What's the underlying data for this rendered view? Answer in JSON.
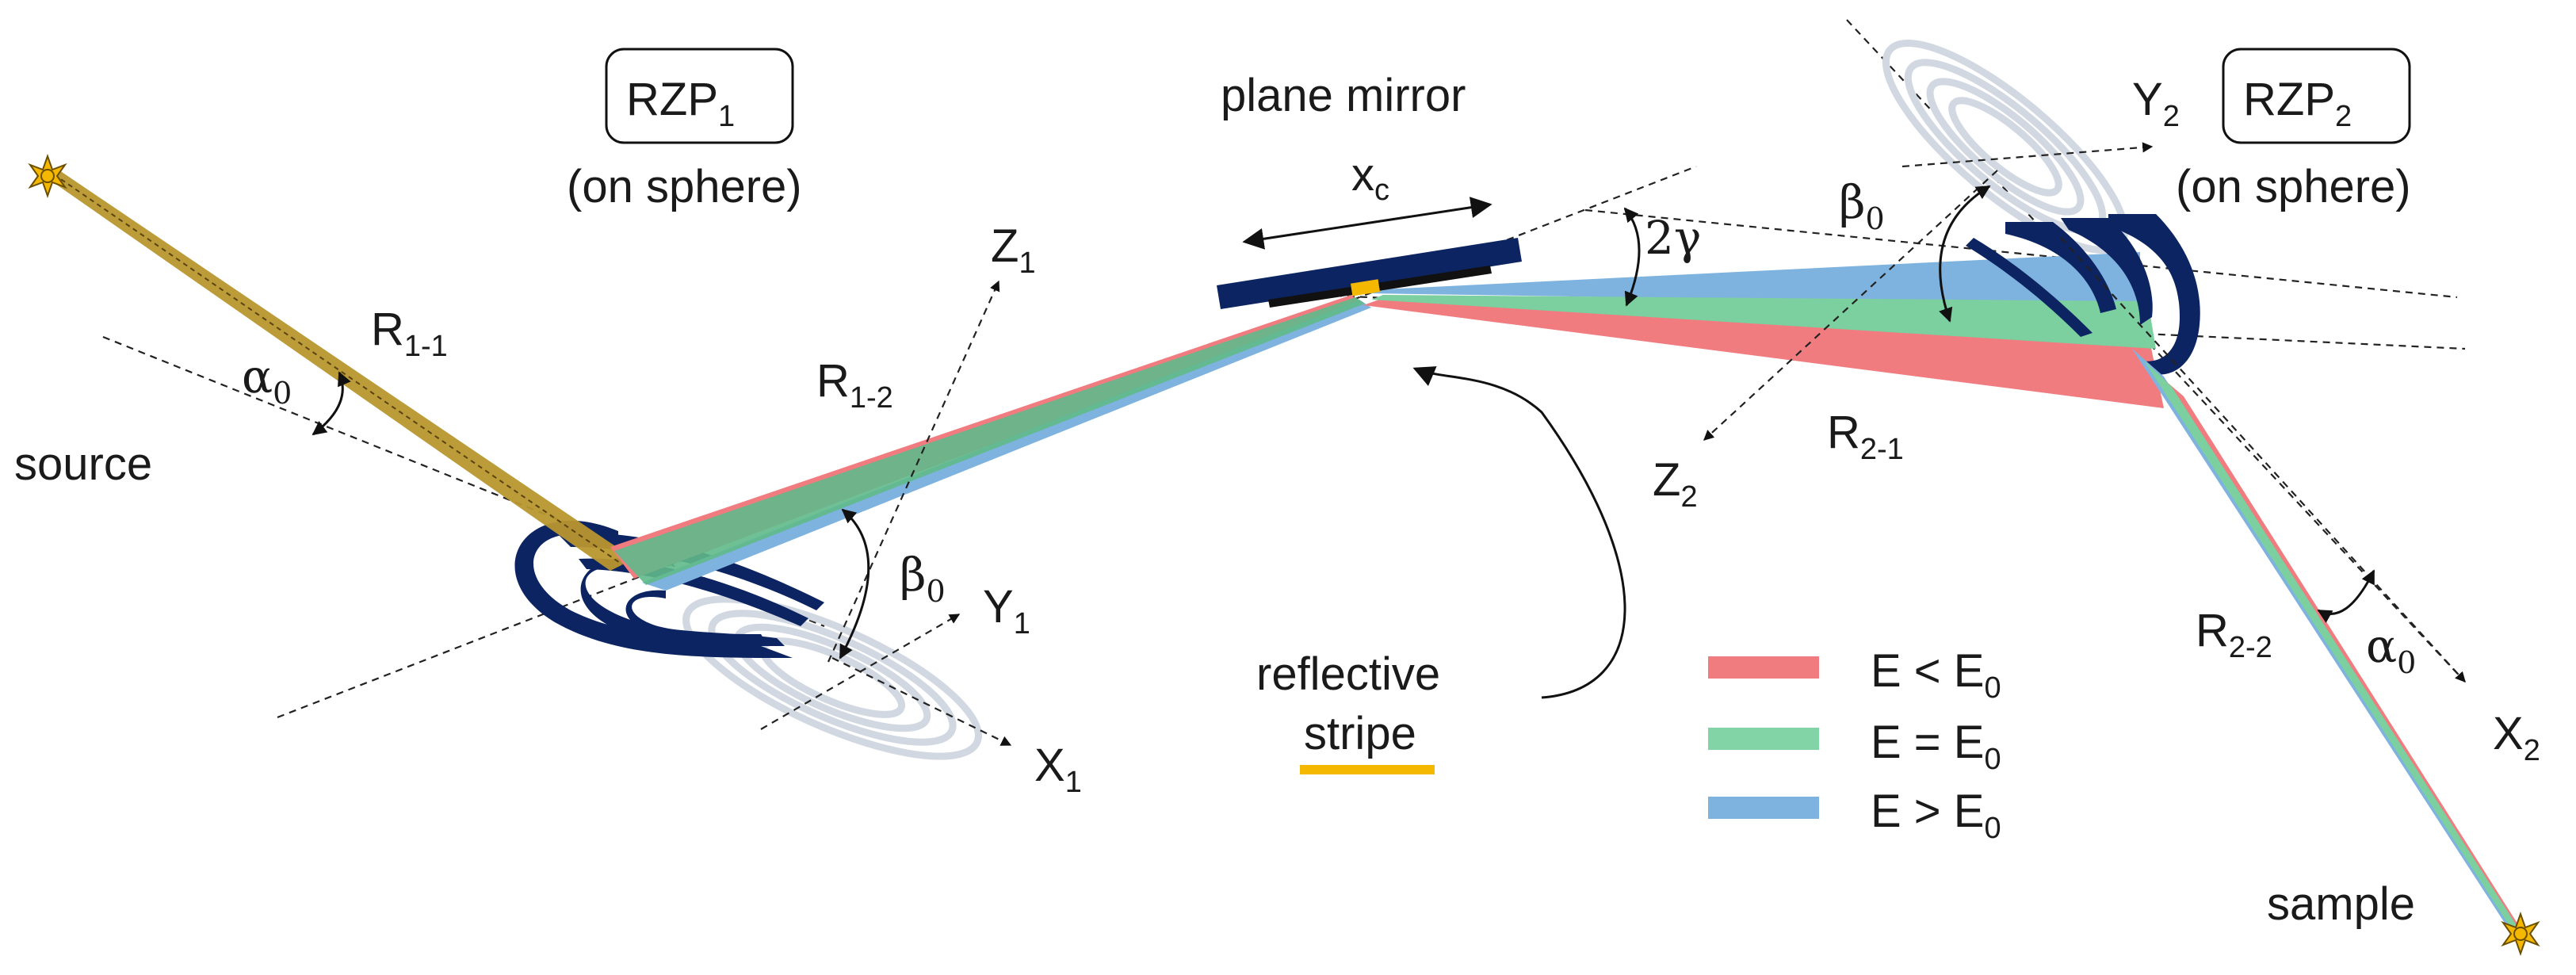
{
  "labels": {
    "rzp1_box": "RZP",
    "rzp1_sub": "1",
    "rzp1_note": "(on sphere)",
    "rzp2_box": "RZP",
    "rzp2_sub": "2",
    "rzp2_note": "(on sphere)",
    "plane_mirror": "plane mirror",
    "xc_main": "x",
    "xc_sub": "c",
    "two_gamma": "2γ",
    "source": "source",
    "sample": "sample",
    "r11_main": "R",
    "r11_sub": "1-1",
    "r12_main": "R",
    "r12_sub": "1-2",
    "r21_main": "R",
    "r21_sub": "2-1",
    "r22_main": "R",
    "r22_sub": "2-2",
    "alpha0_left_main": "α",
    "alpha0_left_sub": "0",
    "alpha0_right_main": "α",
    "alpha0_right_sub": "0",
    "beta0_left_main": "β",
    "beta0_left_sub": "0",
    "beta0_right_main": "β",
    "beta0_right_sub": "0",
    "z1_main": "Z",
    "z1_sub": "1",
    "y1_main": "Y",
    "y1_sub": "1",
    "x1_main": "X",
    "x1_sub": "1",
    "z2_main": "Z",
    "z2_sub": "2",
    "y2_main": "Y",
    "y2_sub": "2",
    "x2_main": "X",
    "x2_sub": "2",
    "reflective": "reflective",
    "stripe": "stripe"
  },
  "legend": [
    {
      "main": "E < E",
      "sub": "0",
      "color": "#f07c80"
    },
    {
      "main": "E = E",
      "sub": "0",
      "color": "#82d3a5"
    },
    {
      "main": "E > E",
      "sub": "0",
      "color": "#7fb3df"
    }
  ],
  "colors": {
    "navy": "#0c2461",
    "gold_beam": "#b8962e",
    "stripe": "#f5b800",
    "ghost": "#d2d8e2",
    "red_beam": "#f07c80",
    "green_beam": "#7ccf9e",
    "blue_beam": "#7fb3df"
  },
  "icons": {
    "source": "sun-icon",
    "sample": "sun-icon"
  }
}
